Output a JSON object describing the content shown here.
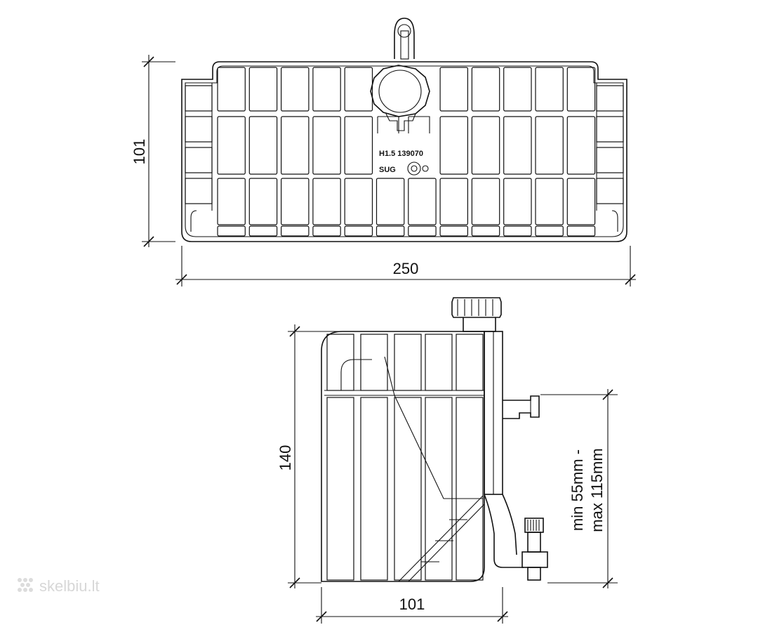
{
  "top_view": {
    "width_label": "250",
    "height_label": "101",
    "marking_line1": "H1.5  139070",
    "marking_brand": "SUG"
  },
  "side_view": {
    "height_label": "140",
    "width_label": "101",
    "level_label_line1": "min 55mm -",
    "level_label_line2": "max 115mm"
  },
  "watermark": {
    "text": "skelbiu.lt"
  }
}
